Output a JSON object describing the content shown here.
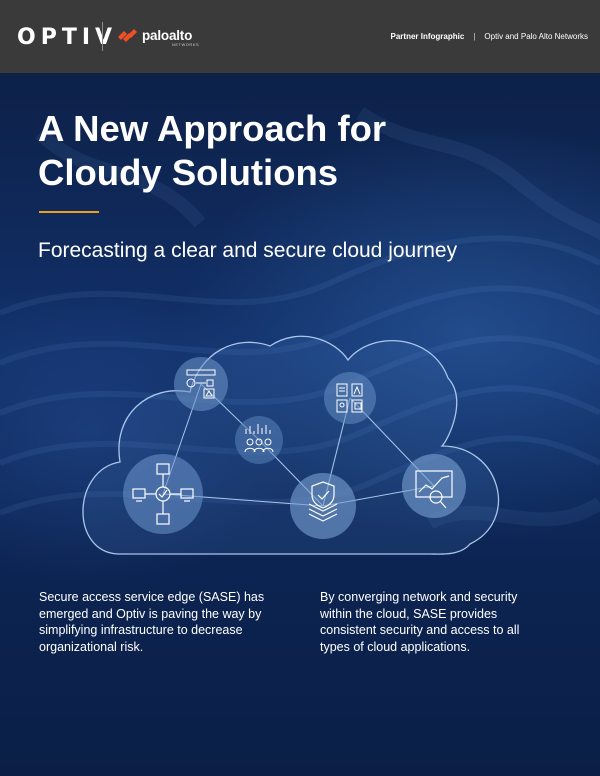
{
  "header": {
    "optiv_logo_text": "OPTIV",
    "paloalto_logo_text": "paloalto",
    "paloalto_logo_subtext": "NETWORKS",
    "label": "Partner Infographic",
    "separator": "|",
    "partners": "Optiv and Palo Alto Networks"
  },
  "hero": {
    "title": "A New Approach for Cloudy Solutions",
    "subtitle": "Forecasting a clear and secure cloud journey"
  },
  "diagram": {
    "nodes": [
      {
        "name": "settings-workflow-node",
        "icon": "gear-workflow-icon"
      },
      {
        "name": "analytics-people-node",
        "icon": "people-analytics-icon"
      },
      {
        "name": "network-node",
        "icon": "network-check-icon"
      },
      {
        "name": "shield-layers-node",
        "icon": "shield-layers-icon"
      },
      {
        "name": "documents-node",
        "icon": "documents-icon"
      },
      {
        "name": "chart-search-node",
        "icon": "chart-search-icon"
      }
    ]
  },
  "body": {
    "left": "Secure access service edge (SASE) has emerged and Optiv is paving the way by simplifying infrastructure to decrease organizational risk.",
    "right": "By converging network and security within the cloud, SASE provides consistent security and access to all types of cloud applications."
  },
  "colors": {
    "header_bg": "#3a3a3a",
    "accent": "#e8a11a",
    "paloalto_orange": "#f04e23",
    "hero_bg": "#0d2148"
  }
}
